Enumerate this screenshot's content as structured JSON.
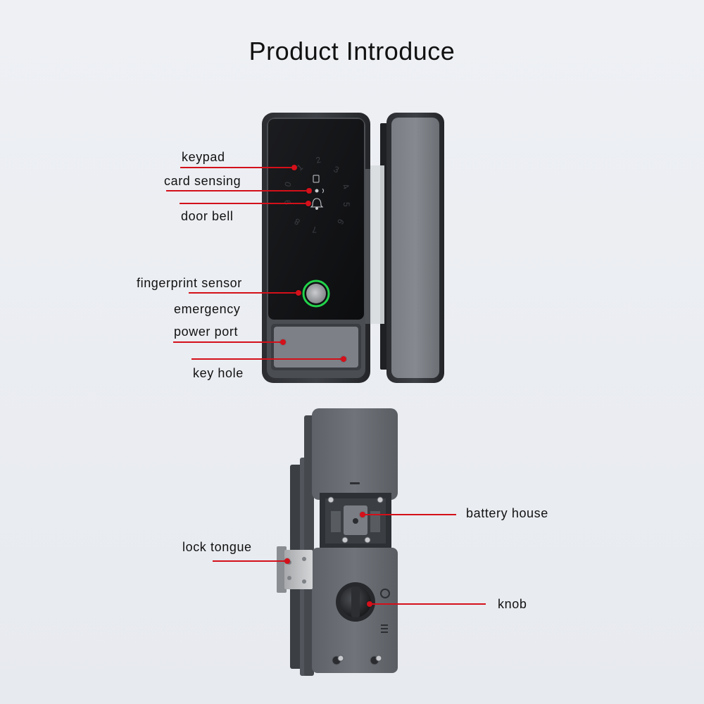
{
  "title": "Product Introduce",
  "keypad": {
    "keys": [
      "1",
      "2",
      "3",
      "4",
      "5",
      "6",
      "7",
      "8",
      "9",
      "0"
    ]
  },
  "callouts": {
    "keypad": "keypad",
    "card_sensing": "card sensing",
    "door_bell": "door bell",
    "fingerprint_sensor": "fingerprint sensor",
    "emergency": "emergency",
    "power_port": "power port",
    "key_hole": "key hole",
    "battery_house": "battery house",
    "lock_tongue": "lock tongue",
    "knob": "knob"
  },
  "colors": {
    "accent": "#d4101a",
    "fingerprint_ring": "#22d34a",
    "panel_dark": "#111214",
    "body_gray": "#6f7378"
  },
  "icons": [
    "fingerprint-icon",
    "bell-icon",
    "card-icon",
    "screw-icon"
  ]
}
